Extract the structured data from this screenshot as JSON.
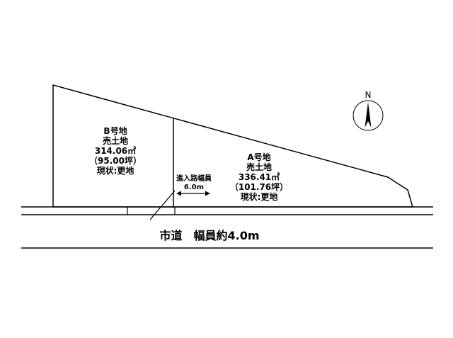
{
  "parcels": {
    "b": {
      "lines": [
        "B号地",
        "売土地",
        "314.06㎡",
        "（95.00坪）",
        "現状:更地"
      ]
    },
    "a": {
      "lines": [
        "A号地",
        "売土地",
        "336.41㎡",
        "（101.76坪）",
        "現状:更地"
      ]
    }
  },
  "access_road": {
    "name_label": "進入路幅員",
    "width_label": "6.0m"
  },
  "road": {
    "label": "市道　幅員約4.0m"
  },
  "compass": {
    "north_label": "N"
  },
  "colors": {
    "line": "#000000",
    "background": "#ffffff"
  }
}
